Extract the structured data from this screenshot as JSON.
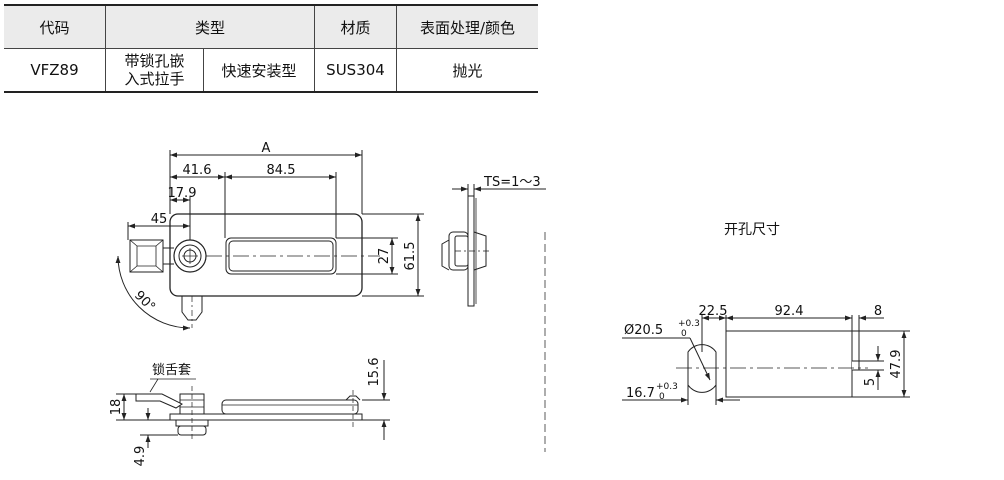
{
  "table": {
    "headers": [
      "代码",
      "类型",
      "材质",
      "表面处理/颜色"
    ],
    "row": {
      "code": "VFZ89",
      "type_a": [
        "带锁孔嵌",
        "入式拉手"
      ],
      "type_b": "快速安装型",
      "material": "SUS304",
      "finish": "抛光"
    }
  },
  "front_view": {
    "dim_A": "A",
    "dim_41_6": "41.6",
    "dim_84_5": "84.5",
    "dim_17_9": "17.9",
    "dim_45": "45",
    "dim_27": "27",
    "dim_61_5": "61.5",
    "angle_90": "90°"
  },
  "side_view": {
    "dim_ts": "TS=1～3"
  },
  "bottom_view": {
    "callout_label": "锁舌套",
    "dim_15_6": "15.6",
    "dim_18": "18",
    "dim_4_9": "4.9"
  },
  "cutout": {
    "title": "开孔尺寸",
    "dia_label": "Ø20.5",
    "dia_tol_upper": "+0.3",
    "dia_tol_lower": "0",
    "flat_label": "16.7",
    "flat_tol_upper": "+0.3",
    "flat_tol_lower": "0",
    "dim_22_5": "22.5",
    "dim_92_4": "92.4",
    "dim_8": "8",
    "dim_47_9": "47.9",
    "dim_5": "5"
  },
  "colors": {
    "line": "#222222",
    "part_fill": "#ffffff",
    "header_bg": "#ebebeb"
  }
}
